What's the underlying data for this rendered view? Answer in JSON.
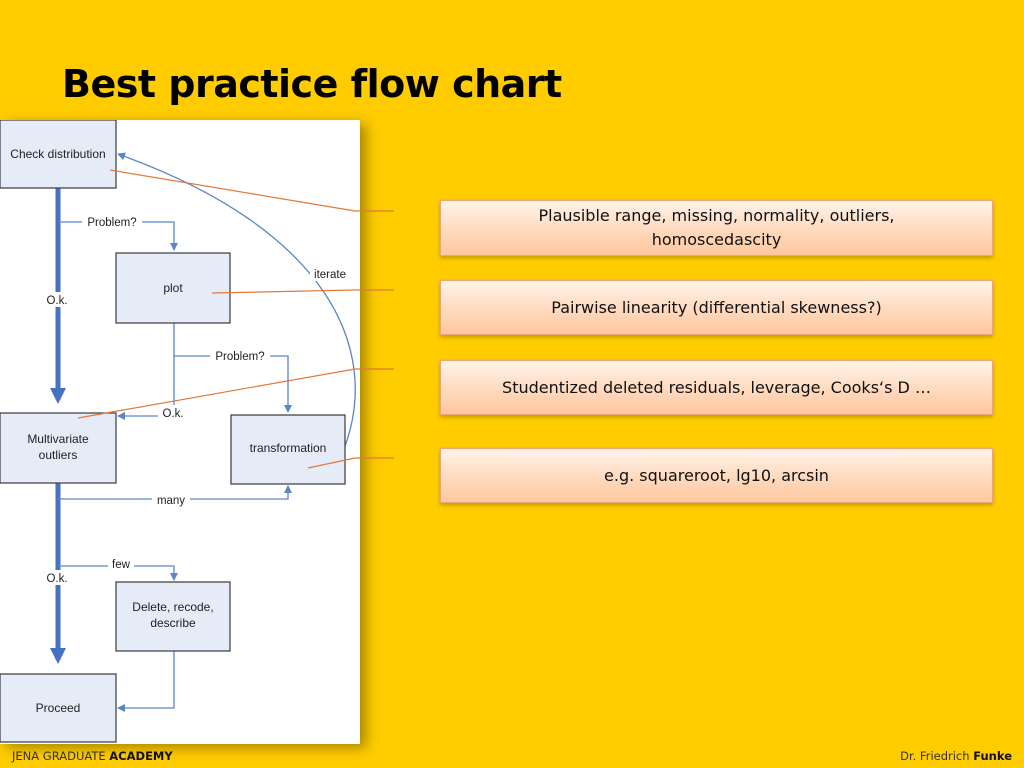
{
  "slide": {
    "title": "Best practice flow chart"
  },
  "flowchart": {
    "nodes": {
      "check_distribution": "Check distribution",
      "plot": "plot",
      "multivariate_outliers_line1": "Multivariate",
      "multivariate_outliers_line2": "outliers",
      "transformation": "transformation",
      "delete_line1": "Delete, recode,",
      "delete_line2": "describe",
      "proceed": "Proceed"
    },
    "edges": {
      "problem_1": "Problem?",
      "problem_2": "Problem?",
      "ok_1": "O.k.",
      "ok_2": "O.k.",
      "ok_3": "O.k.",
      "iterate": "iterate",
      "many": "many",
      "few": "few"
    },
    "colors": {
      "node_fill": "#E6ECF7",
      "arrow": "#4472C4",
      "leader": "#E07A3A"
    }
  },
  "callouts": [
    {
      "text": "Plausible range, missing, normality, outliers, homoscedascity"
    },
    {
      "text": "Pairwise linearity (differential skewness?)"
    },
    {
      "text": "Studentized deleted residuals, leverage, Cooks‘s D …"
    },
    {
      "text": "e.g. squareroot, lg10, arcsin"
    }
  ],
  "footer": {
    "left_prefix": "JENA GRADUATE ",
    "left_strong": "ACADEMY",
    "right_prefix": "Dr. Friedrich ",
    "right_strong": "Funke"
  }
}
